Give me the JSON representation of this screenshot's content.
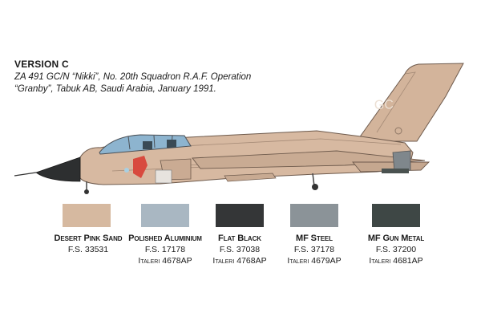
{
  "header": {
    "version": "VERSION C",
    "caption": "ZA 491 GC/N “Nikki”, No. 20th Squadron R.A.F. Operation “Granby”, Tabuk AB, Saudi Arabia, January 1991."
  },
  "aircraft": {
    "tail_code": "GC",
    "icon": "tornado-gr1-side-view"
  },
  "colors": [
    {
      "name": "Desert Pink Sand",
      "fs": "F.S. 33531",
      "italeri": "",
      "hex": "#d6b9a0"
    },
    {
      "name": "Polished Aluminium",
      "fs": "F.S. 17178",
      "italeri": "Italeri 4678AP",
      "hex": "#a9b7c2"
    },
    {
      "name": "Flat Black",
      "fs": "F.S. 37038",
      "italeri": "Italeri 4768AP",
      "hex": "#343637"
    },
    {
      "name": "MF Steel",
      "fs": "F.S. 37178",
      "italeri": "Italeri 4679AP",
      "hex": "#8b9398"
    },
    {
      "name": "MF Gun Metal",
      "fs": "F.S. 37200",
      "italeri": "Italeri 4681AP",
      "hex": "#3e4745"
    }
  ]
}
